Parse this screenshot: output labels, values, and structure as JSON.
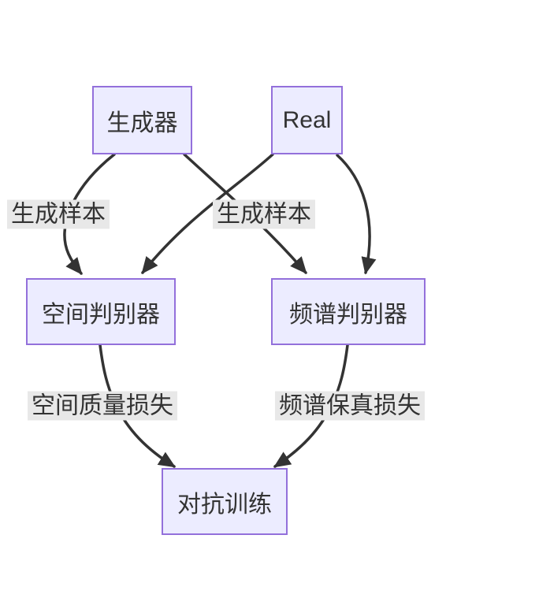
{
  "diagram": {
    "type": "flowchart",
    "direction": "top-down",
    "colors": {
      "background": "#ffffff",
      "node_fill": "#ECECFF",
      "node_border": "#9370DB",
      "edge_color": "#333333",
      "label_bg": "#e8e8e8",
      "text_color": "#333333"
    },
    "nodes": [
      {
        "id": "generator",
        "label": "生成器"
      },
      {
        "id": "real",
        "label": "Real"
      },
      {
        "id": "spatial-discriminator",
        "label": "空间判别器"
      },
      {
        "id": "spectral-discriminator",
        "label": "频谱判别器"
      },
      {
        "id": "adversarial-training",
        "label": "对抗训练"
      }
    ],
    "edges": [
      {
        "from": "生成器",
        "to": "空间判别器",
        "label": "生成样本"
      },
      {
        "from": "生成器",
        "to": "频谱判别器",
        "label": "生成样本"
      },
      {
        "from": "Real",
        "to": "空间判别器",
        "label": ""
      },
      {
        "from": "Real",
        "to": "频谱判别器",
        "label": ""
      },
      {
        "from": "空间判别器",
        "to": "对抗训练",
        "label": "空间质量损失"
      },
      {
        "from": "频谱判别器",
        "to": "对抗训练",
        "label": "频谱保真损失"
      }
    ]
  }
}
